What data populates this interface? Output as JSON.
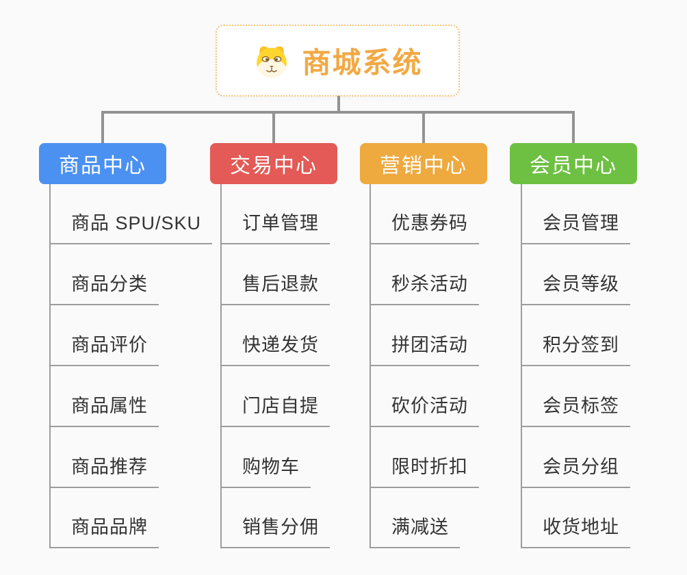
{
  "root": {
    "title": "商城系统",
    "icon": "shiba-dog-face-icon",
    "title_color": "#F2A944",
    "border_color": "#F6C273"
  },
  "connector": {
    "main_line_color": "#929292",
    "child_line_color": "#9C9C9C"
  },
  "branches": [
    {
      "label": "商品中心",
      "color": "#4B91F1",
      "children": [
        "商品 SPU/SKU",
        "商品分类",
        "商品评价",
        "商品属性",
        "商品推荐",
        "商品品牌"
      ]
    },
    {
      "label": "交易中心",
      "color": "#E35A56",
      "children": [
        "订单管理",
        "售后退款",
        "快递发货",
        "门店自提",
        "购物车",
        "销售分佣"
      ]
    },
    {
      "label": "营销中心",
      "color": "#EEA93F",
      "children": [
        "优惠券码",
        "秒杀活动",
        "拼团活动",
        "砍价活动",
        "限时折扣",
        "满减送"
      ]
    },
    {
      "label": "会员中心",
      "color": "#6EC043",
      "children": [
        "会员管理",
        "会员等级",
        "积分签到",
        "会员标签",
        "会员分组",
        "收货地址"
      ]
    }
  ]
}
